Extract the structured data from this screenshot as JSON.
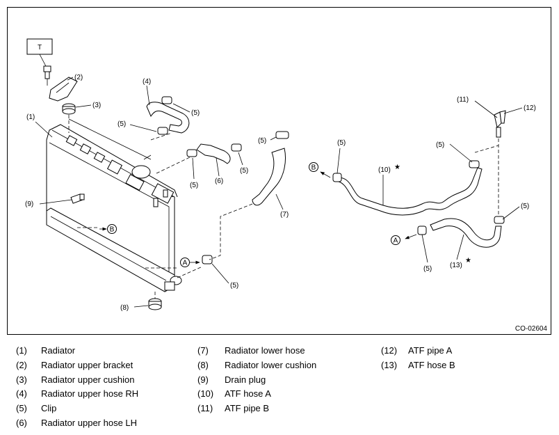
{
  "figure_code": "CO-02604",
  "torque_box": "T",
  "callouts": {
    "c1": "(1)",
    "c2": "(2)",
    "c3": "(3)",
    "c4": "(4)",
    "c5a": "(5)",
    "c5b": "(5)",
    "c5c": "(5)",
    "c5d": "(5)",
    "c5e": "(5)",
    "c5f": "(5)",
    "c5g": "(5)",
    "c5h": "(5)",
    "c5i": "(5)",
    "c5j": "(5)",
    "c6": "(6)",
    "c7": "(7)",
    "c8": "(8)",
    "c9": "(9)",
    "c10": "(10)",
    "c11": "(11)",
    "c12": "(12)",
    "c13": "(13)"
  },
  "markers": {
    "a": "A",
    "b": "B",
    "star": "★"
  },
  "legend": [
    [
      {
        "num": "(1)",
        "text": "Radiator"
      },
      {
        "num": "(2)",
        "text": "Radiator upper bracket"
      },
      {
        "num": "(3)",
        "text": "Radiator upper cushion"
      },
      {
        "num": "(4)",
        "text": "Radiator upper hose RH"
      },
      {
        "num": "(5)",
        "text": "Clip"
      },
      {
        "num": "(6)",
        "text": "Radiator upper hose LH"
      }
    ],
    [
      {
        "num": "(7)",
        "text": "Radiator lower hose"
      },
      {
        "num": "(8)",
        "text": "Radiator lower cushion"
      },
      {
        "num": "(9)",
        "text": "Drain plug"
      },
      {
        "num": "(10)",
        "text": "ATF hose A"
      },
      {
        "num": "(11)",
        "text": "ATF pipe B"
      }
    ],
    [
      {
        "num": "(12)",
        "text": "ATF pipe A"
      },
      {
        "num": "(13)",
        "text": "ATF hose B"
      }
    ]
  ]
}
